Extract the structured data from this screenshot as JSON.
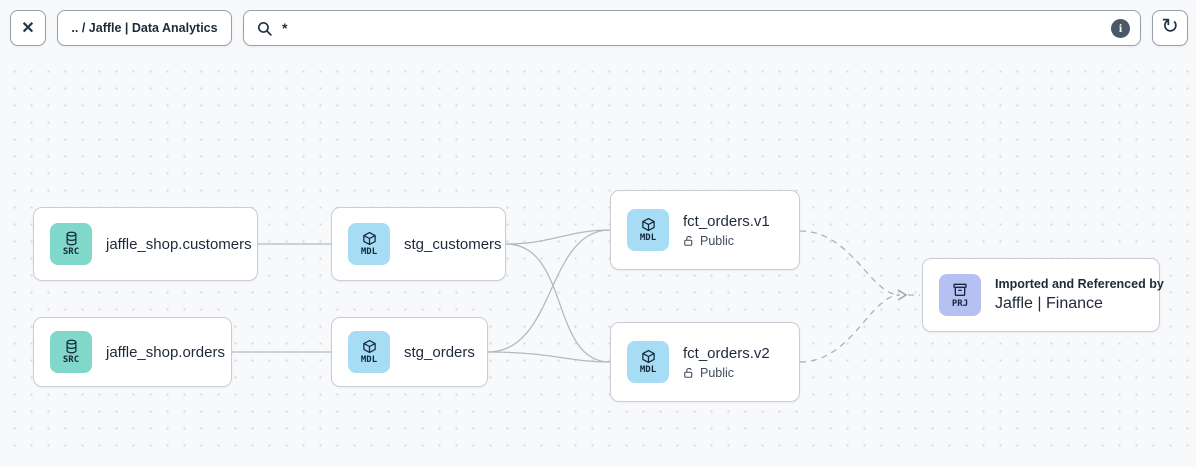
{
  "toolbar": {
    "close_icon_glyph": "✕",
    "breadcrumb": ".. / Jaffle | Data Analytics",
    "search": {
      "value": "*"
    },
    "info_icon_glyph": "i",
    "refresh_icon_glyph": "↻"
  },
  "canvas": {
    "nodes": [
      {
        "id": "src_customers",
        "type": "source",
        "badge": "SRC",
        "title": "jaffle_shop.customers"
      },
      {
        "id": "src_orders",
        "type": "source",
        "badge": "SRC",
        "title": "jaffle_shop.orders"
      },
      {
        "id": "stg_customers",
        "type": "model",
        "badge": "MDL",
        "title": "stg_customers"
      },
      {
        "id": "stg_orders",
        "type": "model",
        "badge": "MDL",
        "title": "stg_orders"
      },
      {
        "id": "fct_orders_v1",
        "type": "model",
        "badge": "MDL",
        "title": "fct_orders.v1",
        "access": "Public"
      },
      {
        "id": "fct_orders_v2",
        "type": "model",
        "badge": "MDL",
        "title": "fct_orders.v2",
        "access": "Public"
      },
      {
        "id": "project",
        "type": "project",
        "badge": "PRJ",
        "subtitle": "Imported and Referenced by",
        "title": "Jaffle | Finance"
      }
    ],
    "edges": [
      {
        "from": "src_customers",
        "to": "stg_customers",
        "style": "solid"
      },
      {
        "from": "src_orders",
        "to": "stg_orders",
        "style": "solid"
      },
      {
        "from": "stg_customers",
        "to": "fct_orders_v1",
        "style": "solid"
      },
      {
        "from": "stg_customers",
        "to": "fct_orders_v2",
        "style": "solid"
      },
      {
        "from": "stg_orders",
        "to": "fct_orders_v1",
        "style": "solid"
      },
      {
        "from": "stg_orders",
        "to": "fct_orders_v2",
        "style": "solid"
      },
      {
        "from": "fct_orders_v1",
        "to": "project",
        "style": "dashed"
      },
      {
        "from": "fct_orders_v2",
        "to": "project",
        "style": "dashed"
      }
    ],
    "colors": {
      "source_badge": "#7fd8ca",
      "model_badge": "#a6ddf4",
      "project_badge": "#b7c0f2",
      "edge": "#b2b9c4",
      "node_border": "#c9ced6",
      "text": "#1e2a3b",
      "canvas_background": "#f8f9fb"
    }
  }
}
